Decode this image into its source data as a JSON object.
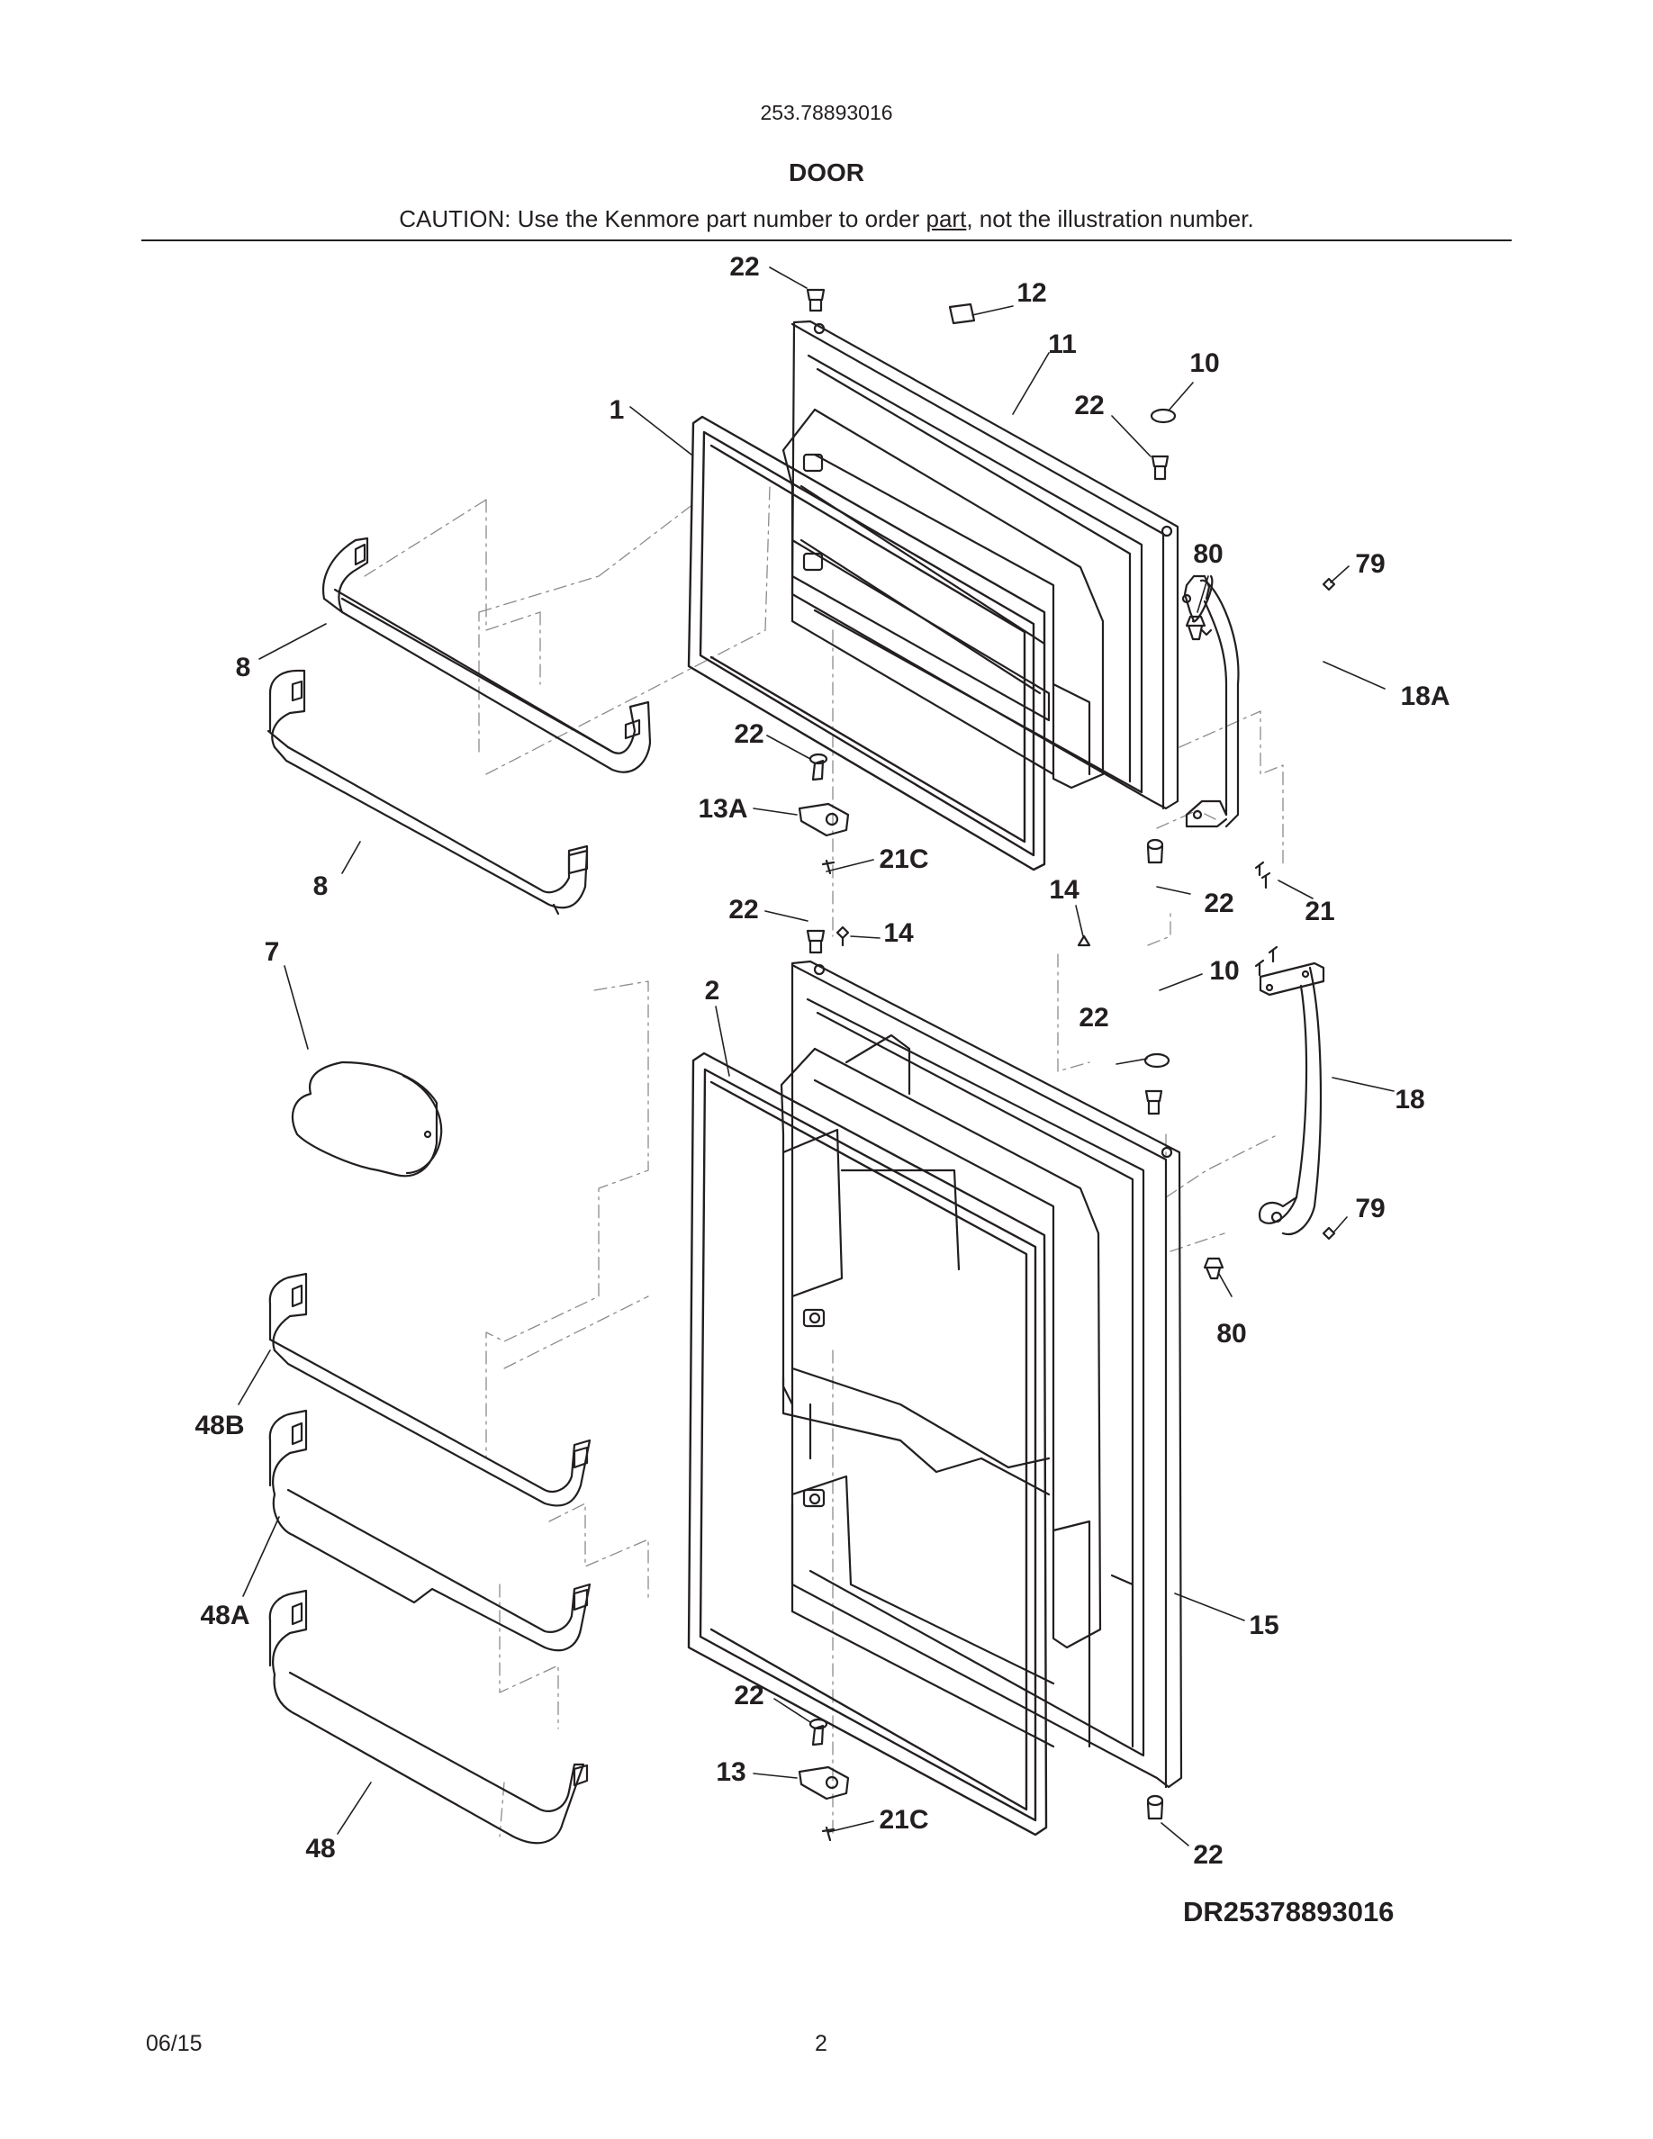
{
  "header": {
    "model_number": "253.78893016",
    "section_title": "DOOR",
    "caution_prefix": "CAUTION: Use the Kenmore part number to order ",
    "caution_underlined": "part",
    "caution_suffix": ", not the illustration number."
  },
  "callouts": [
    "22",
    "12",
    "11",
    "10",
    "22",
    "1",
    "80",
    "79",
    "8",
    "18A",
    "22",
    "13A",
    "8",
    "21C",
    "22",
    "14",
    "22",
    "21",
    "14",
    "7",
    "2",
    "10",
    "22",
    "18",
    "79",
    "48B",
    "80",
    "48A",
    "15",
    "22",
    "13",
    "21C",
    "48",
    "22"
  ],
  "footer": {
    "drawing_code": "DR25378893016",
    "date": "06/15",
    "page_number": "2"
  },
  "colors": {
    "ink": "#231f20",
    "hidden_line": "#8c8c8c"
  }
}
